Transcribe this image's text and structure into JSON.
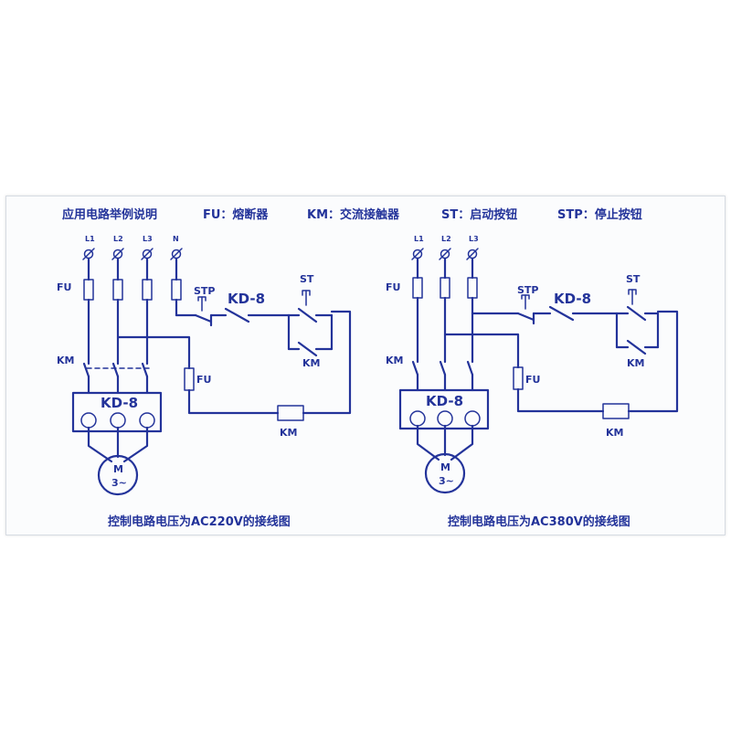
{
  "legend": {
    "title": "应用电路举例说明",
    "fu": "FU：熔断器",
    "km": "KM：交流接触器",
    "st": "ST：启动按钮",
    "stp": "STP：停止按钮"
  },
  "left": {
    "terminals": [
      "L1",
      "L2",
      "L3",
      "N"
    ],
    "fu_label": "FU",
    "km_label": "KM",
    "stp_label": "STP",
    "kd_label": "KD-8",
    "st_label": "ST",
    "km_aux_label": "KM",
    "ctrl_fu_label": "FU",
    "coil_label": "KM",
    "relay_label": "KD-8",
    "motor_m": "M",
    "motor_phase": "3~",
    "caption": "控制电路电压为AC220V的接线图"
  },
  "right": {
    "terminals": [
      "L1",
      "L2",
      "L3"
    ],
    "fu_label": "FU",
    "km_label": "KM",
    "stp_label": "STP",
    "kd_label": "KD-8",
    "st_label": "ST",
    "km_aux_label": "KM",
    "ctrl_fu_label": "FU",
    "coil_label": "KM",
    "relay_label": "KD-8",
    "motor_m": "M",
    "motor_phase": "3~",
    "caption": "控制电路电压为AC380V的接线图"
  }
}
